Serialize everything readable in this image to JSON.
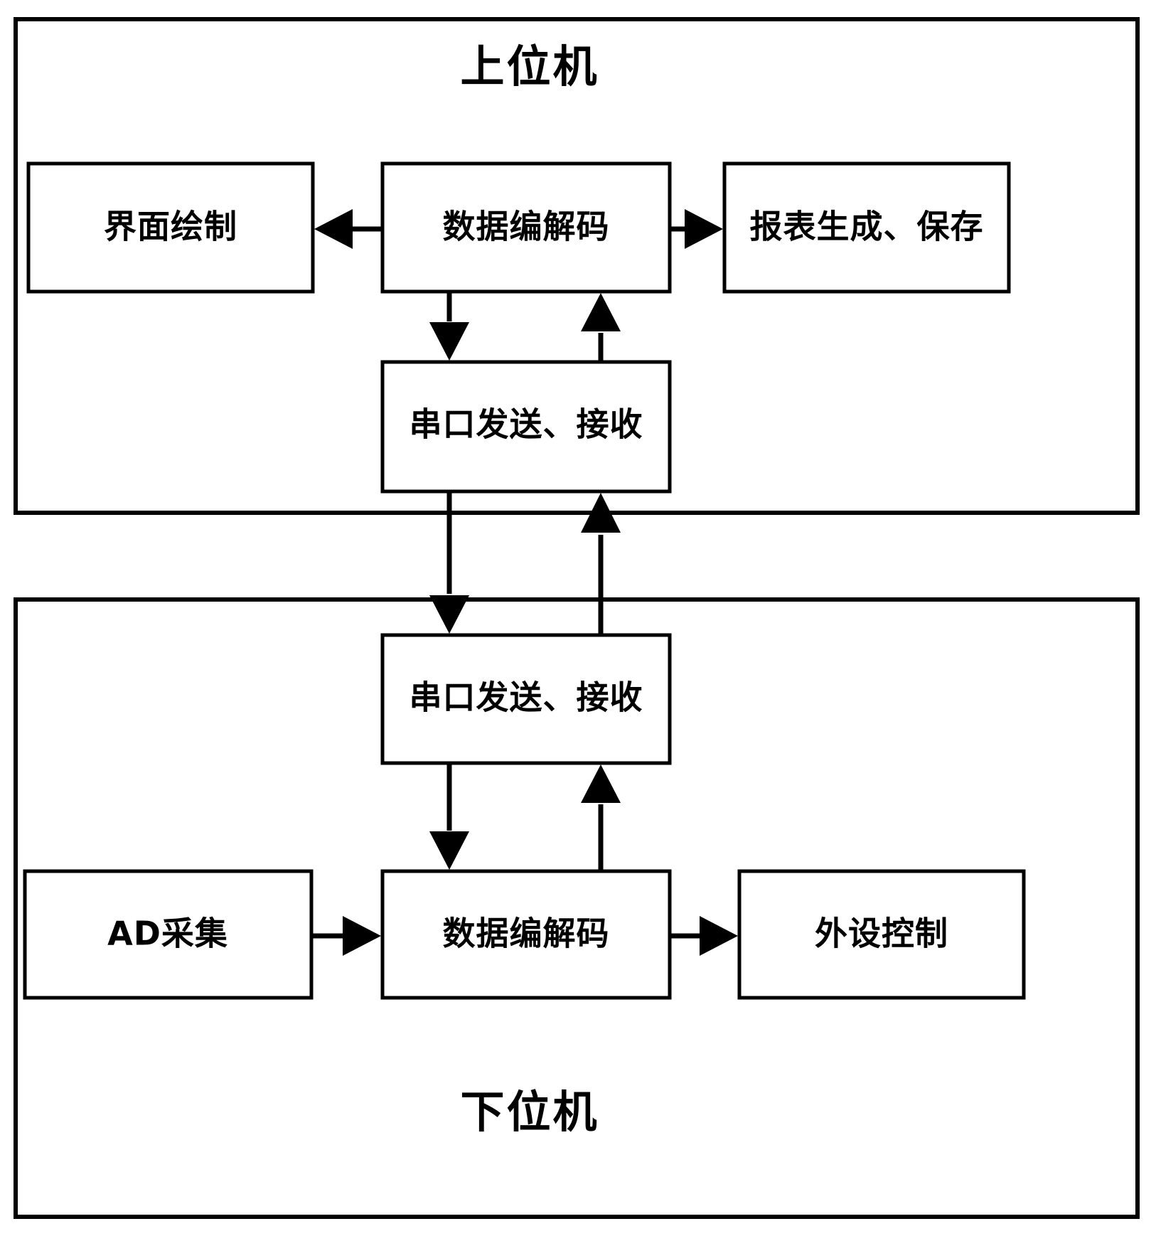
{
  "diagram": {
    "type": "block-diagram",
    "title_top": "上位机",
    "title_bottom": "下位机",
    "background_color": "#ffffff",
    "line_color": "#000000",
    "containers": [
      {
        "id": "host",
        "label": "上位机",
        "label_position": "top-center"
      },
      {
        "id": "slave",
        "label": "下位机",
        "label_position": "bottom-center"
      }
    ],
    "nodes": {
      "ui_render": "界面绘制",
      "host_codec": "数据编解码",
      "report": "报表生成、保存",
      "host_serial": "串口发送、接收",
      "slave_serial": "串口发送、接收",
      "ad_acq": "AD采集",
      "slave_codec": "数据编解码",
      "periph_ctrl": "外设控制"
    },
    "edges": [
      {
        "from": "host_codec",
        "to": "ui_render",
        "direction": "left",
        "arrow": "single"
      },
      {
        "from": "host_codec",
        "to": "report",
        "direction": "right",
        "arrow": "single"
      },
      {
        "from": "host_codec",
        "to": "host_serial",
        "direction": "down",
        "arrow": "single"
      },
      {
        "from": "host_serial",
        "to": "host_codec",
        "direction": "up",
        "arrow": "single"
      },
      {
        "from": "host_serial",
        "to": "slave_serial",
        "direction": "down",
        "arrow": "single"
      },
      {
        "from": "slave_serial",
        "to": "host_serial",
        "direction": "up",
        "arrow": "single"
      },
      {
        "from": "slave_serial",
        "to": "slave_codec",
        "direction": "down",
        "arrow": "single"
      },
      {
        "from": "slave_codec",
        "to": "slave_serial",
        "direction": "up",
        "arrow": "single"
      },
      {
        "from": "ad_acq",
        "to": "slave_codec",
        "direction": "right",
        "arrow": "single"
      },
      {
        "from": "slave_codec",
        "to": "periph_ctrl",
        "direction": "right",
        "arrow": "single"
      }
    ]
  }
}
